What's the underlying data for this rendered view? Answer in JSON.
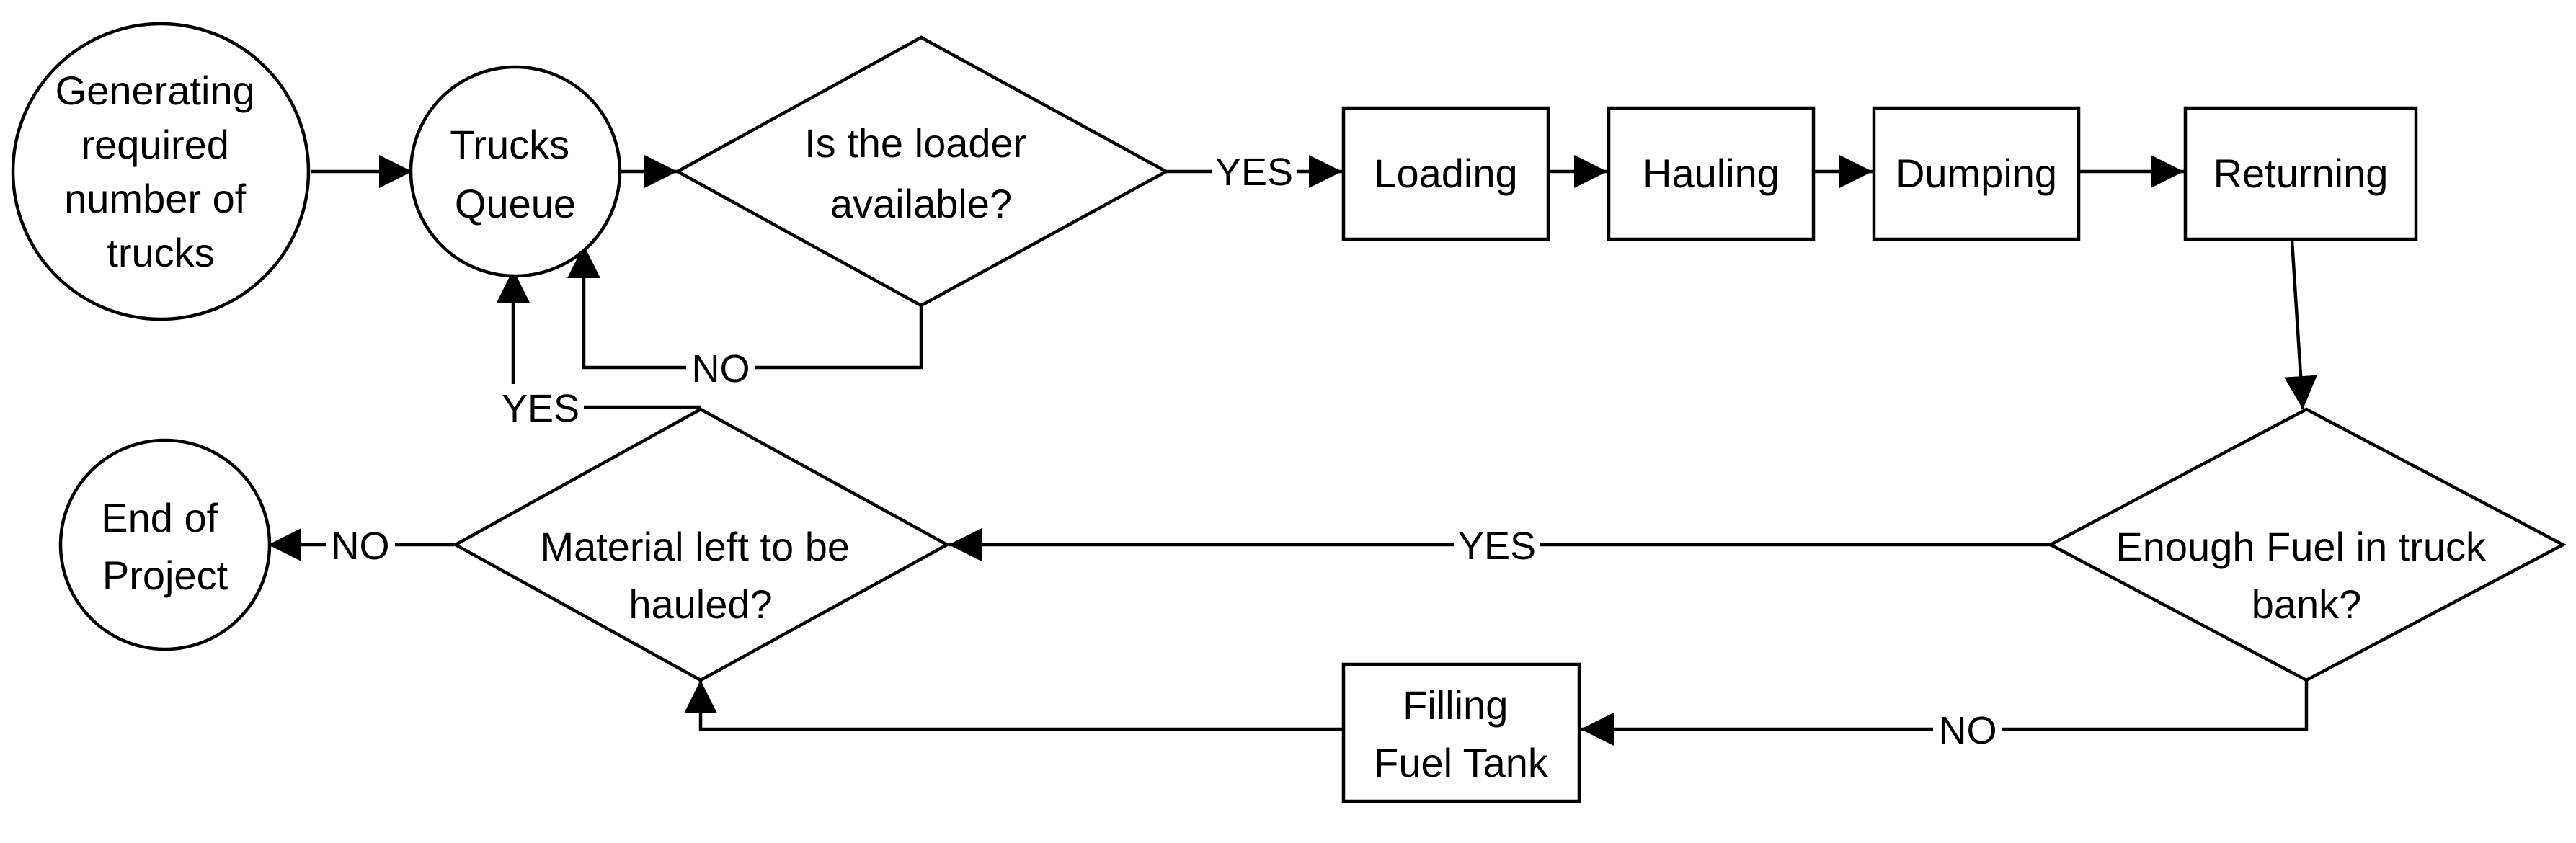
{
  "nodes": {
    "generate": {
      "lines": [
        "Generating",
        "required",
        "number of",
        "trucks"
      ]
    },
    "queue": {
      "lines": [
        "Trucks",
        "Queue"
      ]
    },
    "loader_decision": {
      "lines": [
        "Is the loader",
        "available?"
      ]
    },
    "loading": {
      "lines": [
        "Loading"
      ]
    },
    "hauling": {
      "lines": [
        "Hauling"
      ]
    },
    "dumping": {
      "lines": [
        "Dumping"
      ]
    },
    "returning": {
      "lines": [
        "Returning"
      ]
    },
    "fuel_decision": {
      "lines": [
        "Enough Fuel in truck",
        "bank?"
      ]
    },
    "filling": {
      "lines": [
        "Filling",
        "Fuel Tank"
      ]
    },
    "material_decision": {
      "lines": [
        "Material left to be",
        "hauled?"
      ]
    },
    "end": {
      "lines": [
        "End of",
        "Project"
      ]
    }
  },
  "edges": {
    "loader_yes": "YES",
    "loader_no": "NO",
    "material_yes": "YES",
    "material_no": "NO",
    "fuel_yes": "YES",
    "fuel_no": "NO"
  },
  "colors": {
    "stroke": "#000000",
    "fill": "#ffffff",
    "text": "#000000"
  }
}
